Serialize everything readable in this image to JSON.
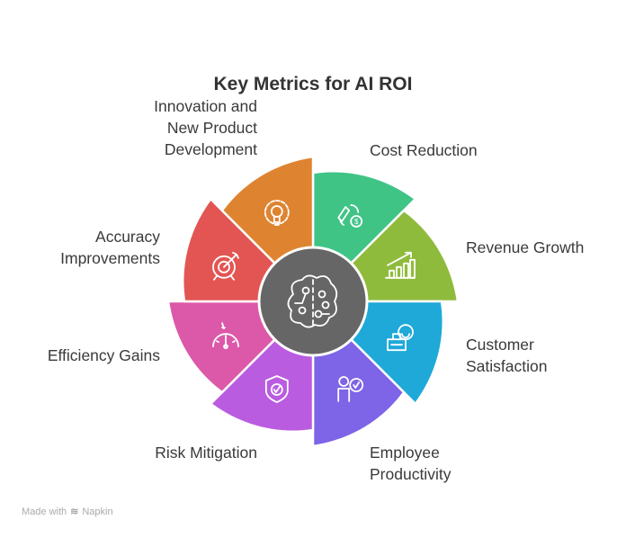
{
  "title": "Key Metrics for AI ROI",
  "center_icon": "brain-icon",
  "center_color": "#666666",
  "segments": [
    {
      "label_lines": [
        "Cost Reduction"
      ],
      "color": "#3FC486",
      "icon": "cost-cycle-icon"
    },
    {
      "label_lines": [
        "Revenue Growth"
      ],
      "color": "#8FBB3C",
      "icon": "bar-chart-growth-icon"
    },
    {
      "label_lines": [
        "Customer",
        "Satisfaction"
      ],
      "color": "#1EA9D8",
      "icon": "smiley-building-icon"
    },
    {
      "label_lines": [
        "Employee",
        "Productivity"
      ],
      "color": "#7E64E6",
      "icon": "person-check-icon"
    },
    {
      "label_lines": [
        "Risk Mitigation"
      ],
      "color": "#B95CE0",
      "icon": "shield-check-icon"
    },
    {
      "label_lines": [
        "Efficiency Gains"
      ],
      "color": "#DC58A8",
      "icon": "speedometer-icon"
    },
    {
      "label_lines": [
        "Accuracy",
        "Improvements"
      ],
      "color": "#E25553",
      "icon": "target-icon"
    },
    {
      "label_lines": [
        "Innovation and",
        "New Product",
        "Development"
      ],
      "color": "#DE8431",
      "icon": "gear-bulb-icon"
    }
  ],
  "footer": {
    "made_with": "Made with",
    "brand": "Napkin"
  }
}
